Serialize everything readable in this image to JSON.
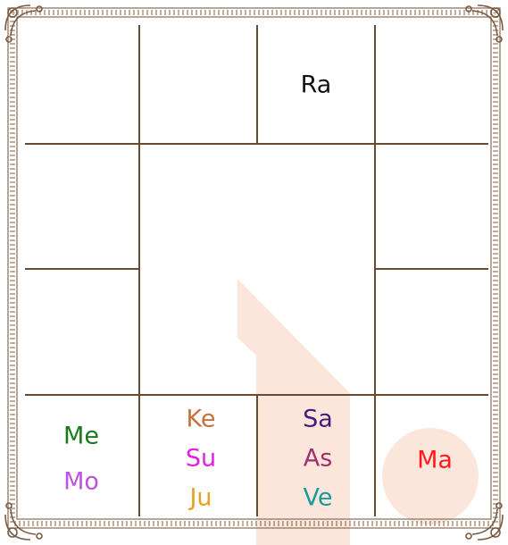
{
  "chart": {
    "colors": {
      "grid_line": "#6b4a2f",
      "border_ornament": "#8a6a52",
      "highlight": "#fbe6dc"
    },
    "houses": {
      "top_row_col3": {
        "planets": [
          {
            "label": "Ra",
            "color": "#111111"
          }
        ]
      },
      "bottom_row_col1": {
        "planets": [
          {
            "label": "Me",
            "color": "#1a7a1a"
          },
          {
            "label": "Mo",
            "color": "#c050e0"
          }
        ]
      },
      "bottom_row_col2": {
        "planets": [
          {
            "label": "Ke",
            "color": "#c8703a"
          },
          {
            "label": "Su",
            "color": "#e020e0"
          },
          {
            "label": "Ju",
            "color": "#e8a020"
          }
        ]
      },
      "bottom_row_col3": {
        "planets": [
          {
            "label": "Sa",
            "color": "#4a1a7a"
          },
          {
            "label": "As",
            "color": "#a0306a"
          },
          {
            "label": "Ve",
            "color": "#1a9a9a"
          }
        ]
      },
      "bottom_row_col4": {
        "planets": [
          {
            "label": "Ma",
            "color": "#ff1a1a"
          }
        ]
      }
    }
  }
}
